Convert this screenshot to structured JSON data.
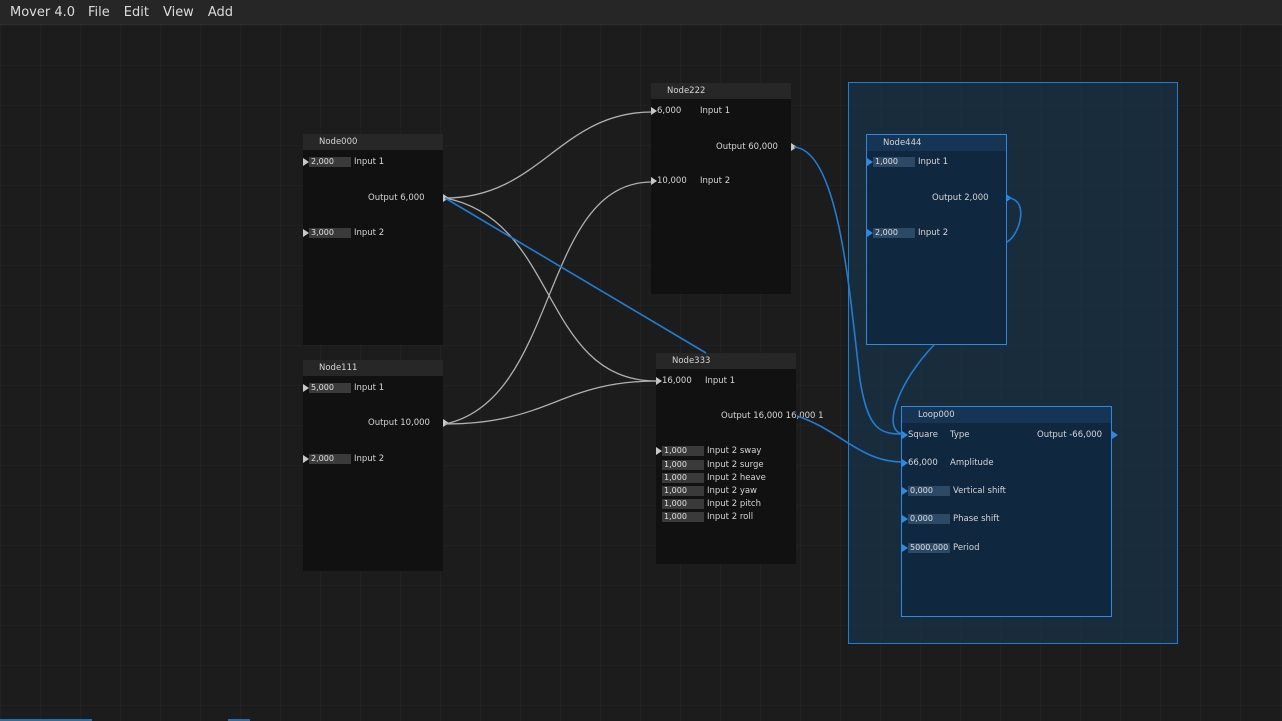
{
  "app": {
    "title": "Mover 4.0"
  },
  "menu": [
    "File",
    "Edit",
    "View",
    "Add"
  ],
  "nodes": {
    "node000": {
      "title": "Node000",
      "input1": {
        "value": "2,000",
        "label": "Input 1"
      },
      "input2": {
        "value": "3,000",
        "label": "Input 2"
      },
      "output": "Output  6,000"
    },
    "node111": {
      "title": "Node111",
      "input1": {
        "value": "5,000",
        "label": "Input 1"
      },
      "input2": {
        "value": "2,000",
        "label": "Input 2"
      },
      "output": "Output  10,000"
    },
    "node222": {
      "title": "Node222",
      "input1": {
        "value": "6,000",
        "label": "Input 1"
      },
      "input2": {
        "value": "10,000",
        "label": "Input 2"
      },
      "output": "Output  60,000"
    },
    "node333": {
      "title": "Node333",
      "input1": {
        "value": "16,000",
        "label": "Input 1"
      },
      "output": "Output  16,000  16,000  1",
      "sub_inputs": [
        {
          "value": "1,000",
          "label": "Input 2 sway"
        },
        {
          "value": "1,000",
          "label": "Input 2 surge"
        },
        {
          "value": "1,000",
          "label": "Input 2 heave"
        },
        {
          "value": "1,000",
          "label": "Input 2 yaw"
        },
        {
          "value": "1,000",
          "label": "Input 2 pitch"
        },
        {
          "value": "1,000",
          "label": "Input 2 roll"
        }
      ]
    },
    "node444": {
      "title": "Node444",
      "input1": {
        "value": "1,000",
        "label": "Input 1"
      },
      "input2": {
        "value": "2,000",
        "label": "Input 2"
      },
      "output": "Output  2,000"
    },
    "loop000": {
      "title": "Loop000",
      "type": {
        "value": "Square",
        "label": "Type"
      },
      "output": "Output  -66,000",
      "amplitude": {
        "value": "66,000",
        "label": "Amplitude"
      },
      "vertical_shift": {
        "value": "0,000",
        "label": "Vertical shift"
      },
      "phase_shift": {
        "value": "0,000",
        "label": "Phase shift"
      },
      "period": {
        "value": "5000,000",
        "label": "Period"
      }
    }
  },
  "colors": {
    "background": "#1c1c1c",
    "wire_default": "#b0b0b0",
    "wire_selected": "#1d7ed8",
    "selection": "#2a8ae6"
  }
}
